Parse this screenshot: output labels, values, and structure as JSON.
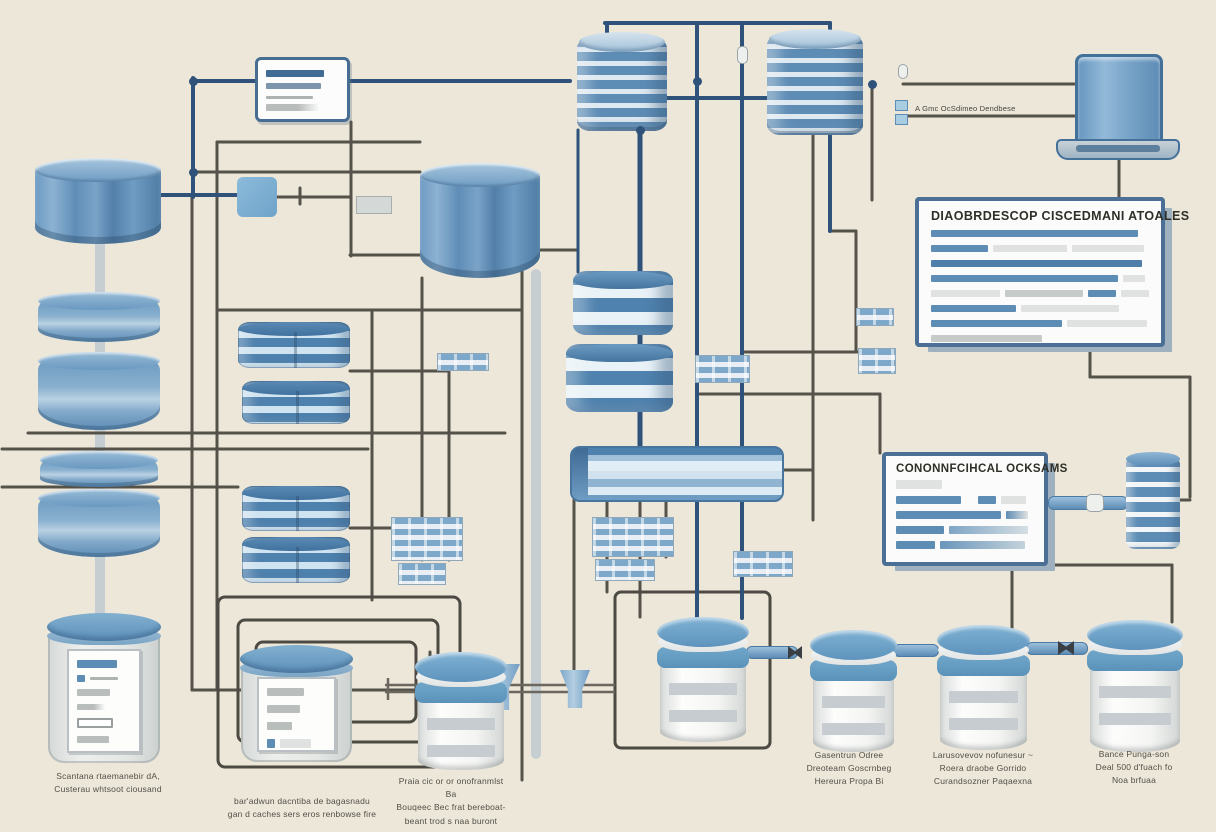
{
  "colors": {
    "background": "#ece7d9",
    "navy_line": "#2e5279",
    "gray_line": "#55524a",
    "light_pipe": "#c7ced2",
    "cylinder_blue": "#6796bf",
    "cylinder_light": "#a9c7dd",
    "panel_border": "#4a7095",
    "bar_blue": "#5d8cb5",
    "bar_gray": "#dfe2e0",
    "jar_lid_blue": "#6fa6c9",
    "jar_body_white": "#f4f5f3"
  },
  "labels": {
    "laptop_note": "A Gmc OcSdimeo Dendbese",
    "panel1_title": "DIAOBRDESCOP CISCEDMANI ATOALES",
    "panel2_title": "CONONNFCIHCAL OCKSAMS"
  },
  "captions": {
    "db_stack": [
      "Scantana rtaemanebir dA,",
      "Custerau whtsoot ciousand"
    ],
    "frames": [
      "bar'adwun dacntiba de bagasnadu",
      "gan d caches sers eros renbowse fire"
    ],
    "jar_small": [
      "Praia cic or or onofranmlst Ba",
      "Bouqeec Bec frat bereboat-",
      "beant trod s naa buront"
    ],
    "jar_a": [
      "Gasentrun Odree",
      "Dreoteam Goscrnbeg",
      "Hereura Propa Bi"
    ],
    "jar_b": [
      "Larusovevov nofunesur ~",
      "Roera draobe Gorrido",
      "Curandsozner Paqaexna"
    ],
    "jar_c": [
      "Bance Punga-son",
      "Deal 500 d'fuach fo",
      "Noa brfuaa"
    ]
  },
  "panel1": {
    "rows": [
      [
        {
          "w": 95,
          "c": "blue"
        }
      ],
      [
        {
          "w": 26,
          "c": "blue"
        },
        {
          "w": 34,
          "c": "grayL"
        },
        {
          "w": 33,
          "c": "grayL"
        }
      ],
      [
        {
          "w": 97,
          "c": "blue2"
        }
      ],
      [
        {
          "w": 86,
          "c": "blue"
        },
        {
          "w": 10,
          "c": "grayL"
        }
      ],
      [
        {
          "w": 32,
          "c": "grayL"
        },
        {
          "w": 36,
          "c": "grayM"
        },
        {
          "w": 13,
          "c": "blue"
        },
        {
          "w": 13,
          "c": "grayL"
        }
      ],
      [
        {
          "w": 39,
          "c": "blue"
        },
        {
          "w": 45,
          "c": "grayL"
        }
      ],
      [
        {
          "w": 60,
          "c": "blue"
        },
        {
          "w": 37,
          "c": "grayL"
        }
      ],
      [
        {
          "w": 51,
          "c": "grayM"
        }
      ]
    ]
  },
  "panel2": {
    "rows": [
      [
        {
          "w": 33,
          "c": "grayL"
        }
      ],
      [
        {
          "w": 47,
          "c": "blue"
        },
        {
          "w": 5,
          "c": "sp"
        },
        {
          "w": 13,
          "c": "blue"
        },
        {
          "w": 18,
          "c": "grayL"
        }
      ],
      [
        {
          "w": 76,
          "c": "blue"
        },
        {
          "w": 16,
          "c": "fade"
        }
      ],
      [
        {
          "w": 35,
          "c": "blue"
        },
        {
          "w": 57,
          "c": "blueFade"
        }
      ],
      [
        {
          "w": 28,
          "c": "blue"
        },
        {
          "w": 62,
          "c": "blueGrad"
        }
      ]
    ]
  },
  "doc_box": {
    "rows": [
      [
        {
          "w": 80,
          "c": "navy"
        }
      ],
      [
        {
          "w": 76,
          "c": "bluegray"
        }
      ],
      [
        {
          "w": 64,
          "c": "thinline"
        }
      ],
      [
        {
          "w": 72,
          "c": "grayTaper"
        }
      ]
    ]
  },
  "jar_doc": {
    "rows": [
      [
        {
          "w": 74,
          "c": "blue"
        }
      ],
      [
        {
          "w": 8,
          "c": "chip"
        },
        {
          "w": 52,
          "c": "thinline"
        }
      ],
      [
        {
          "w": 62,
          "c": "gray"
        }
      ],
      [
        {
          "w": 52,
          "c": "grayTaper"
        }
      ],
      [
        {
          "w": 66,
          "c": "outline"
        }
      ],
      [
        {
          "w": 60,
          "c": "gray"
        }
      ]
    ]
  },
  "jarf_doc": {
    "rows": [
      [
        {
          "w": 62,
          "c": "gray"
        }
      ],
      [
        {
          "w": 56,
          "c": "gray"
        }
      ],
      [
        {
          "w": 42,
          "c": "gray"
        }
      ],
      [
        {
          "w": 8,
          "c": "chip"
        },
        {
          "w": 52,
          "c": "grayL"
        }
      ]
    ]
  }
}
